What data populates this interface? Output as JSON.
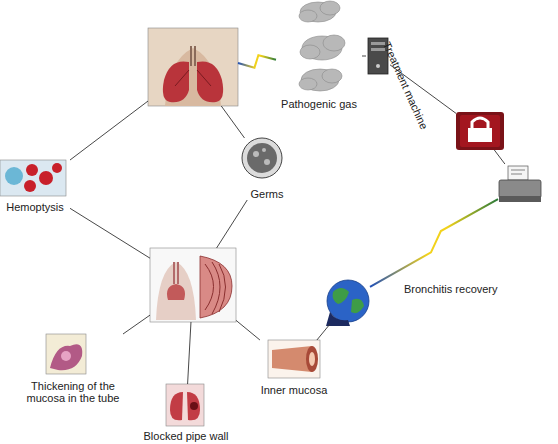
{
  "diagram": {
    "nodes": [
      {
        "text": []
      },
      {
        "text": [
          "Pathogenic gas"
        ]
      },
      {
        "text": [
          "Treatment machine"
        ]
      },
      {
        "text": []
      },
      {
        "text": [
          "Hemoptysis"
        ]
      },
      {
        "text": [
          "Germs"
        ]
      },
      {
        "text": []
      },
      {
        "text": []
      },
      {
        "text": []
      },
      {
        "text": [
          "Thickening of the mucosa in the tube"
        ]
      },
      {
        "text": [
          "Blocked pipe wall"
        ]
      },
      {
        "text": [
          "Inner mucosa"
        ]
      }
    ],
    "edges": [
      {
        "from": 0,
        "to": 1,
        "arrow": "none"
      },
      {
        "from": 1,
        "to": 2,
        "arrow": "none"
      },
      {
        "from": 2,
        "to": 3,
        "arrow": "none"
      },
      {
        "from": 3,
        "to": 6,
        "arrow": "none"
      },
      {
        "from": 6,
        "to": 8,
        "label": "Bronchitis recovery",
        "arrow": "none"
      },
      {
        "from": 8,
        "to": 11,
        "arrow": "none"
      },
      {
        "from": 11,
        "to": 7,
        "arrow": "none"
      },
      {
        "from": 7,
        "to": 10,
        "arrow": "none"
      },
      {
        "from": 7,
        "to": 9,
        "arrow": "none"
      },
      {
        "from": 4,
        "to": 7,
        "arrow": "none"
      },
      {
        "from": 5,
        "to": 7,
        "arrow": "none"
      },
      {
        "from": 0,
        "to": 4,
        "arrow": "none"
      },
      {
        "from": 0,
        "to": 5,
        "arrow": "none"
      }
    ]
  }
}
